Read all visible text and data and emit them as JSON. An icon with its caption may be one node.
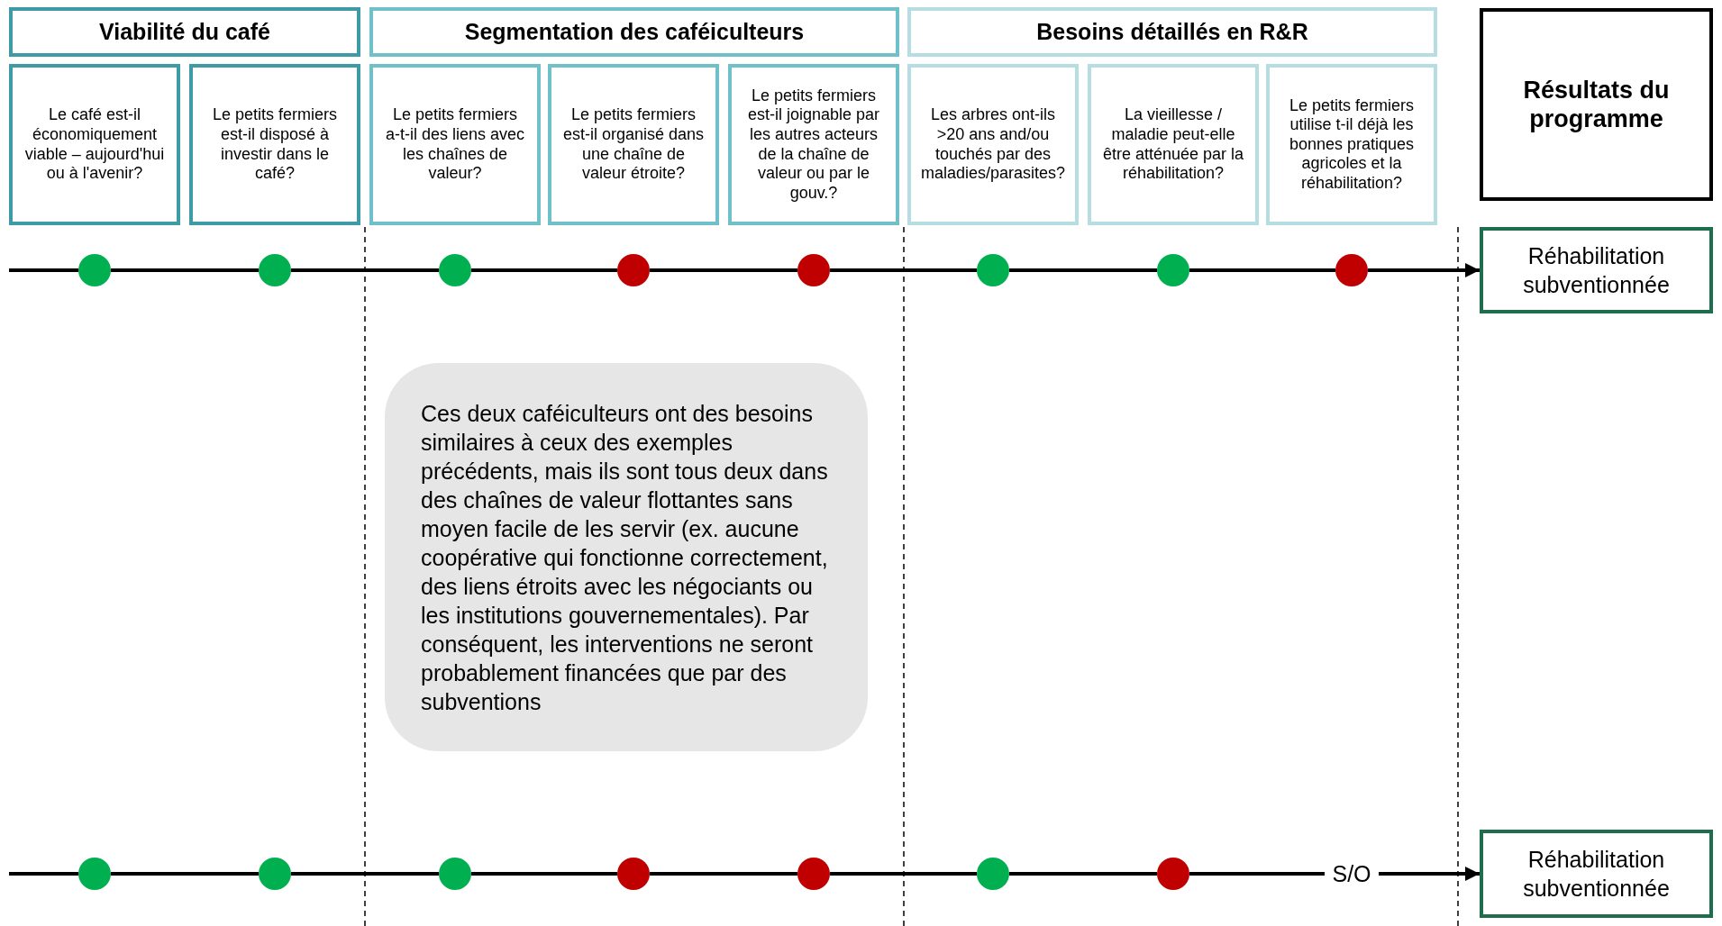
{
  "diagram": {
    "nodes": [
      {
        "text": [
          "Viabilité du café"
        ]
      },
      {
        "text": [
          "Segmentation des caféiculteurs"
        ]
      },
      {
        "text": [
          "Besoins détaillés en R&R"
        ]
      },
      {
        "text": [
          "Résultats du programme"
        ]
      },
      {
        "text": [
          "Le café est-il économiquement viable – aujourd'hui ou à l'avenir?"
        ]
      },
      {
        "text": [
          "Le petits fermiers est-il disposé à investir dans le café?"
        ]
      },
      {
        "text": [
          "Le petits fermiers a-t-il des liens avec les chaînes de valeur?"
        ]
      },
      {
        "text": [
          "Le petits fermiers est-il organisé dans une chaîne de valeur étroite?"
        ]
      },
      {
        "text": [
          "Le petits fermiers est-il joignable par les autres acteurs de la chaîne de valeur ou par le gouv.?"
        ]
      },
      {
        "text": [
          "Les arbres ont-ils  >20 ans and/ou touchés par des maladies/parasites?"
        ]
      },
      {
        "text": [
          "La vieillesse / maladie peut-elle être atténuée par la réhabilitation?"
        ]
      },
      {
        "text": [
          "Le petits fermiers utilise t-il déjà les bonnes pratiques agricoles et la réhabilitation?"
        ]
      },
      {
        "text": [],
        "shape": "circle"
      },
      {
        "text": [],
        "shape": "circle"
      },
      {
        "text": [],
        "shape": "circle"
      },
      {
        "text": [],
        "shape": "circle"
      },
      {
        "text": [],
        "shape": "circle"
      },
      {
        "text": [],
        "shape": "circle"
      },
      {
        "text": [],
        "shape": "circle"
      },
      {
        "text": [],
        "shape": "circle"
      },
      {
        "text": [
          "Réhabilitation subventionnée"
        ]
      },
      {
        "text": [
          "Ces deux caféiculteurs ont des besoins similaires à ceux des exemples précédents, mais ils sont tous deux dans des chaînes de valeur flottantes sans moyen facile de les servir (ex. aucune coopérative qui fonctionne correctement, des liens étroits avec les négociants ou les institutions gouvernementales). Par conséquent, les interventions ne seront probablement financées que par des subventions"
        ]
      },
      {
        "text": [],
        "shape": "circle"
      },
      {
        "text": [],
        "shape": "circle"
      },
      {
        "text": [],
        "shape": "circle"
      },
      {
        "text": [],
        "shape": "circle"
      },
      {
        "text": [],
        "shape": "circle"
      },
      {
        "text": [],
        "shape": "circle"
      },
      {
        "text": [],
        "shape": "circle"
      },
      {
        "text": [
          "S/O"
        ]
      },
      {
        "text": [
          "Réhabilitation subventionnée"
        ]
      }
    ],
    "edges": [
      {
        "from": null,
        "to": 12,
        "arrow": "none"
      },
      {
        "from": 12,
        "to": 13,
        "arrow": "none"
      },
      {
        "from": 13,
        "to": 14,
        "arrow": "none"
      },
      {
        "from": 14,
        "to": 15,
        "arrow": "none"
      },
      {
        "from": 15,
        "to": 16,
        "arrow": "none"
      },
      {
        "from": 16,
        "to": 17,
        "arrow": "none"
      },
      {
        "from": 17,
        "to": 18,
        "arrow": "none"
      },
      {
        "from": 18,
        "to": 19,
        "arrow": "none"
      },
      {
        "from": 19,
        "to": 20,
        "arrow": "to"
      },
      {
        "from": null,
        "to": 22,
        "arrow": "none"
      },
      {
        "from": 22,
        "to": 23,
        "arrow": "none"
      },
      {
        "from": 23,
        "to": 24,
        "arrow": "none"
      },
      {
        "from": 24,
        "to": 25,
        "arrow": "none"
      },
      {
        "from": 25,
        "to": 26,
        "arrow": "none"
      },
      {
        "from": 26,
        "to": 27,
        "arrow": "none"
      },
      {
        "from": 27,
        "to": 28,
        "arrow": "none"
      },
      {
        "from": 28,
        "to": 29,
        "arrow": "none"
      },
      {
        "from": 29,
        "to": 30,
        "arrow": "to"
      }
    ]
  }
}
